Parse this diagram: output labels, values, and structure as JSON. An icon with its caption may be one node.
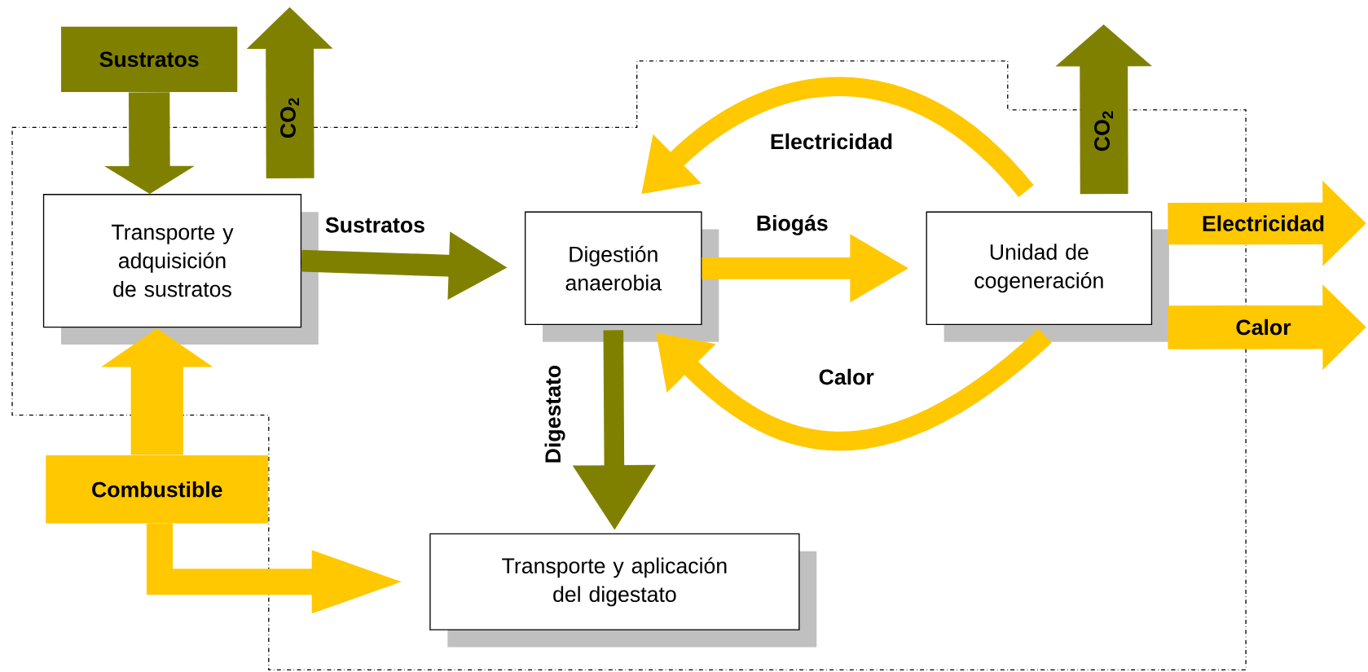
{
  "diagram": {
    "nodes": [
      {
        "text": [
          "Sustratos"
        ]
      },
      {
        "text": [
          "Transporte y adquisición de sustratos"
        ]
      },
      {
        "text": [
          "Digestión anaerobia"
        ]
      },
      {
        "text": [
          "Unidad de cogeneración"
        ]
      },
      {
        "text": [
          "Transporte y aplicación del digestato"
        ]
      },
      {
        "text": [
          "Combustible"
        ]
      }
    ],
    "edges": [
      {
        "from": 0,
        "to": 1,
        "arrow": "to",
        "color": "#808000"
      },
      {
        "from": 1,
        "to": 2,
        "arrow": "to",
        "label": "Sustratos",
        "color": "#808000"
      },
      {
        "from": 1,
        "to": null,
        "arrow": "to",
        "label": "CO$_{2}$",
        "style": "thick",
        "color": "#808000"
      },
      {
        "from": 2,
        "to": 3,
        "arrow": "to",
        "label": "Biogás"
      },
      {
        "from": 3,
        "to": 2,
        "arrow": "to",
        "label": "Electricidad"
      },
      {
        "from": 3,
        "to": 2,
        "arrow": "to",
        "label": "Calor"
      },
      {
        "from": 3,
        "to": null,
        "arrow": "to",
        "label": "CO$_{2}$",
        "style": "thick",
        "color": "#808000"
      },
      {
        "from": 3,
        "to": null,
        "arrow": "to",
        "label": "Electricidad"
      },
      {
        "from": 3,
        "to": null,
        "arrow": "to",
        "label": "Calor"
      },
      {
        "from": 2,
        "to": 4,
        "arrow": "to",
        "label": "Digestato",
        "color": "#808000"
      },
      {
        "from": 5,
        "to": 1,
        "arrow": "to",
        "style": "thick"
      },
      {
        "from": 5,
        "to": 4,
        "arrow": "to"
      }
    ]
  }
}
